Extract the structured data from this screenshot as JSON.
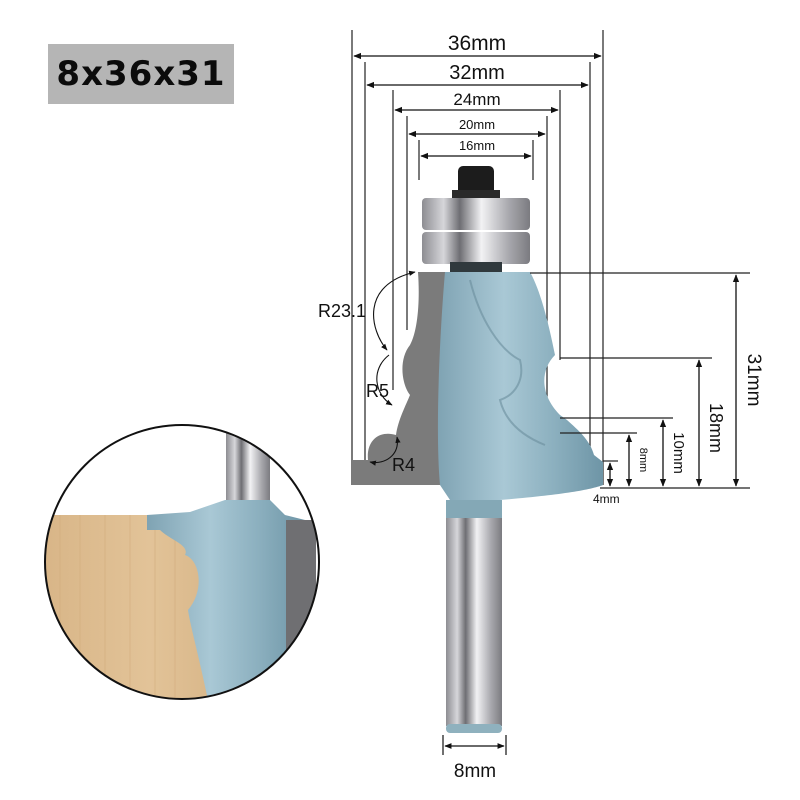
{
  "product": {
    "size_badge": "8x36x31",
    "type": "router bit with bearing"
  },
  "dimensions": {
    "widths": [
      {
        "label": "36mm"
      },
      {
        "label": "32mm"
      },
      {
        "label": "24mm"
      },
      {
        "label": "20mm"
      },
      {
        "label": "16mm"
      }
    ],
    "heights": [
      {
        "label": "31mm"
      },
      {
        "label": "18mm"
      },
      {
        "label": "10mm"
      },
      {
        "label": "8mm"
      },
      {
        "label": "4mm"
      }
    ],
    "radii": [
      {
        "label": "R23.1"
      },
      {
        "label": "R5"
      },
      {
        "label": "R4"
      }
    ],
    "shank": {
      "label": "8mm"
    }
  },
  "colors": {
    "badge_bg": "#b5b5b5",
    "cutter_blue": "#8fb3c2",
    "profile_gray": "#7a7a7a",
    "wood": "#d9b98a",
    "shank_steel": "#b9b9bd"
  }
}
